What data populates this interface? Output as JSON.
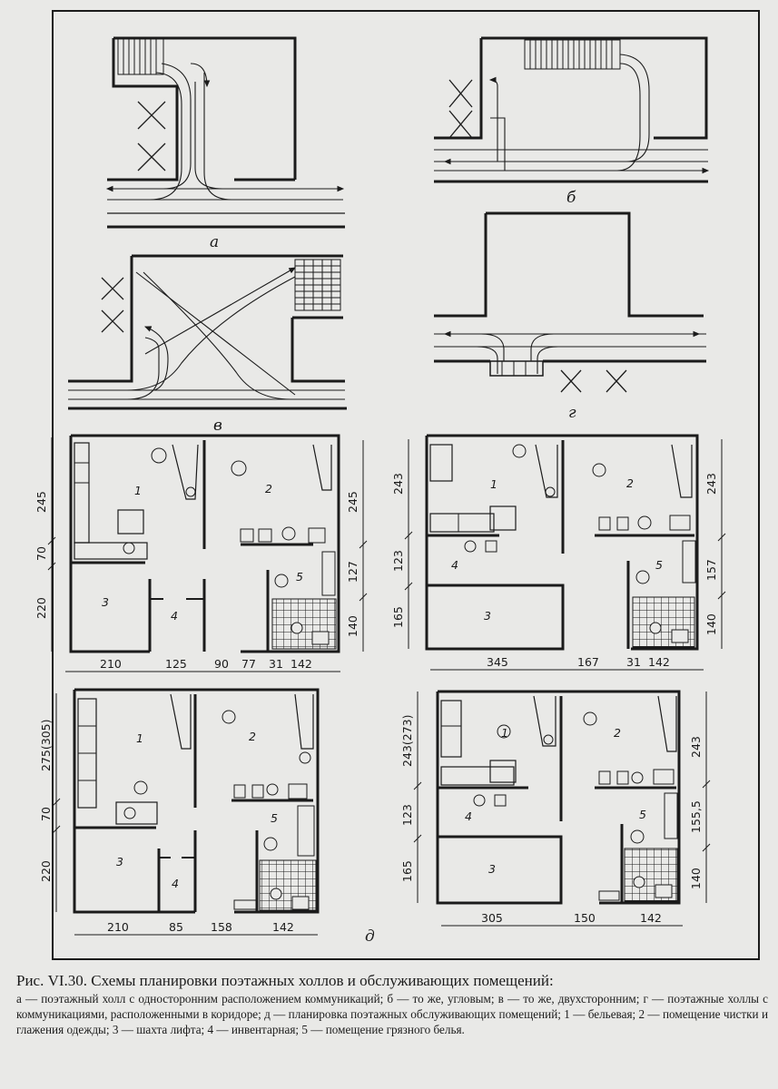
{
  "diagram": {
    "panel_labels": [
      "а",
      "б",
      "в",
      "г",
      "д"
    ],
    "room_numbers": [
      "1",
      "2",
      "3",
      "4",
      "5"
    ],
    "plan1": {
      "dims_left": [
        "245",
        "70",
        "220"
      ],
      "dims_right": [
        "245",
        "127",
        "140"
      ],
      "dims_bottom": [
        "210",
        "125",
        "90",
        "77",
        "31",
        "142"
      ]
    },
    "plan2": {
      "dims_left": [
        "243",
        "123",
        "165"
      ],
      "dims_right": [
        "243",
        "157",
        "140"
      ],
      "dims_bottom": [
        "345",
        "167",
        "31",
        "142"
      ]
    },
    "plan3": {
      "dims_left": [
        "275(305)",
        "70",
        "220"
      ],
      "dims_bottom": [
        "210",
        "85",
        "158",
        "142"
      ]
    },
    "plan4": {
      "dims_left": [
        "243(273)",
        "123",
        "165"
      ],
      "dims_right": [
        "243",
        "155,5",
        "140"
      ],
      "dims_bottom": [
        "305",
        "150",
        "142"
      ]
    }
  },
  "caption": {
    "title": "Рис. VI.30. Схемы планировки поэтажных холлов и обслуживающих помещений:",
    "body": "а — поэтажный холл с односторонним расположением коммуникаций; б — то же, угловым; в — то же, двухсторонним; г — поэтажные холлы с коммуникациями, расположенными в коридоре; д — планировка поэтажных обслуживающих помещений; 1 — бельевая; 2 — помещение чистки и глажения одежды; 3 — шахта лифта; 4 — инвентарная; 5 — помещение грязного белья."
  }
}
